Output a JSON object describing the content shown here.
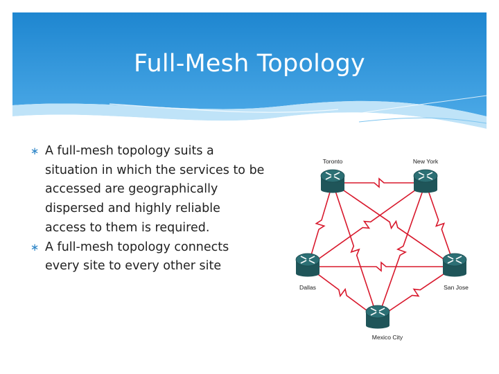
{
  "slide": {
    "title": "Full-Mesh Topology",
    "bullets": [
      "A full-mesh topology suits a situation in which the services to be accessed are geographically dispersed and highly reliable access to them is required.",
      "A full-mesh topology connects every site to every other site"
    ],
    "bullet_icon": "asterisk-icon"
  },
  "diagram": {
    "nodes": [
      {
        "id": "toronto",
        "label": "Toronto"
      },
      {
        "id": "newyork",
        "label": "New York"
      },
      {
        "id": "dallas",
        "label": "Dallas"
      },
      {
        "id": "sanjose",
        "label": "San Jose"
      },
      {
        "id": "mexico",
        "label": "Mexico City"
      }
    ],
    "links": [
      [
        "toronto",
        "newyork"
      ],
      [
        "toronto",
        "dallas"
      ],
      [
        "toronto",
        "sanjose"
      ],
      [
        "toronto",
        "mexico"
      ],
      [
        "newyork",
        "dallas"
      ],
      [
        "newyork",
        "sanjose"
      ],
      [
        "newyork",
        "mexico"
      ],
      [
        "dallas",
        "sanjose"
      ],
      [
        "dallas",
        "mexico"
      ],
      [
        "sanjose",
        "mexico"
      ]
    ],
    "link_type": "serial-wan-link",
    "node_icon": "router-icon"
  },
  "colors": {
    "header": "#2a8fd6",
    "header_light": "#bfe3f8",
    "link": "#d8182c",
    "router": "#2c6f74",
    "bullet": "#2b84c7"
  }
}
